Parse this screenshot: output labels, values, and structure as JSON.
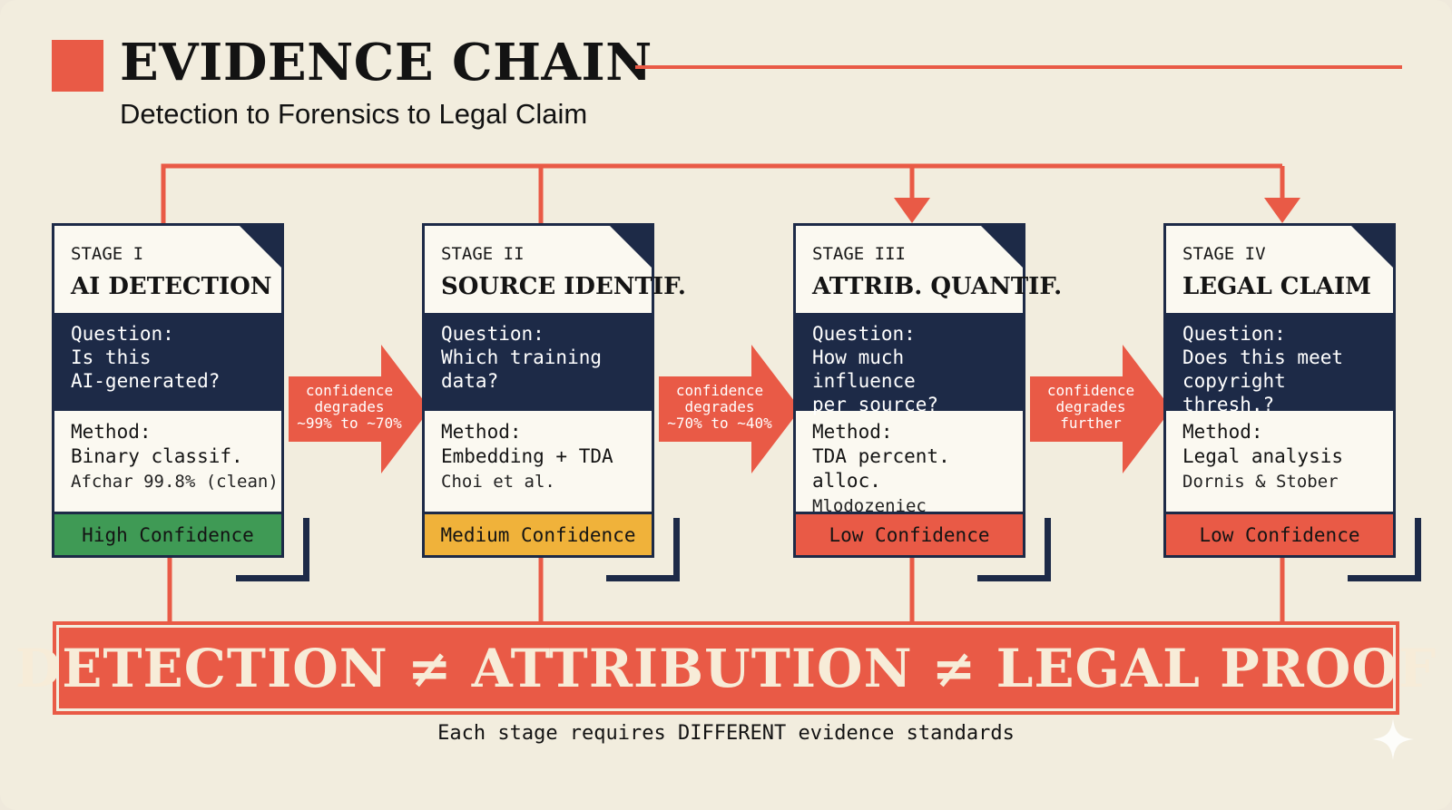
{
  "header": {
    "title": "EVIDENCE CHAIN",
    "subtitle": "Detection to Forensics to Legal Claim"
  },
  "colors": {
    "accent": "#e95a46",
    "navy": "#1d2a47",
    "high": "#3f9a55",
    "medium": "#f0b23a",
    "low": "#e95a46",
    "background": "#f2edde"
  },
  "stages": [
    {
      "number": "STAGE I",
      "name": "AI DETECTION",
      "question_label": "Question:",
      "question": "Is this\nAI-generated?",
      "method_label": "Method:",
      "method": "Binary classif.",
      "reference": "Afchar 99.8% (clean)",
      "confidence": "High Confidence",
      "confidence_level": "high"
    },
    {
      "number": "STAGE II",
      "name": "SOURCE IDENTIF.",
      "question_label": "Question:",
      "question": "Which training\ndata?",
      "method_label": "Method:",
      "method": "Embedding + TDA",
      "reference": "Choi et al.",
      "confidence": "Medium Confidence",
      "confidence_level": "medium"
    },
    {
      "number": "STAGE III",
      "name": "ATTRIB. QUANTIF.",
      "question_label": "Question:",
      "question": "How much influence\nper source?",
      "method_label": "Method:",
      "method": "TDA percent. alloc.",
      "reference": "Mlodozeniec",
      "confidence": "Low Confidence",
      "confidence_level": "low"
    },
    {
      "number": "STAGE IV",
      "name": "LEGAL CLAIM",
      "question_label": "Question:",
      "question": "Does this meet\ncopyright thresh.?",
      "method_label": "Method:",
      "method": "Legal analysis",
      "reference": "Dornis & Stober",
      "confidence": "Low Confidence",
      "confidence_level": "low"
    }
  ],
  "transitions": [
    {
      "line1": "confidence",
      "line2": "degrades",
      "line3": "~99% to ~70%"
    },
    {
      "line1": "confidence",
      "line2": "degrades",
      "line3": "~70% to ~40%"
    },
    {
      "line1": "confidence",
      "line2": "degrades",
      "line3": "further"
    }
  ],
  "banner": {
    "text": "DETECTION ≠ ATTRIBUTION ≠ LEGAL PROOF"
  },
  "footer": {
    "text": "Each stage requires DIFFERENT evidence standards"
  },
  "watermark_icon": "sparkle-icon"
}
